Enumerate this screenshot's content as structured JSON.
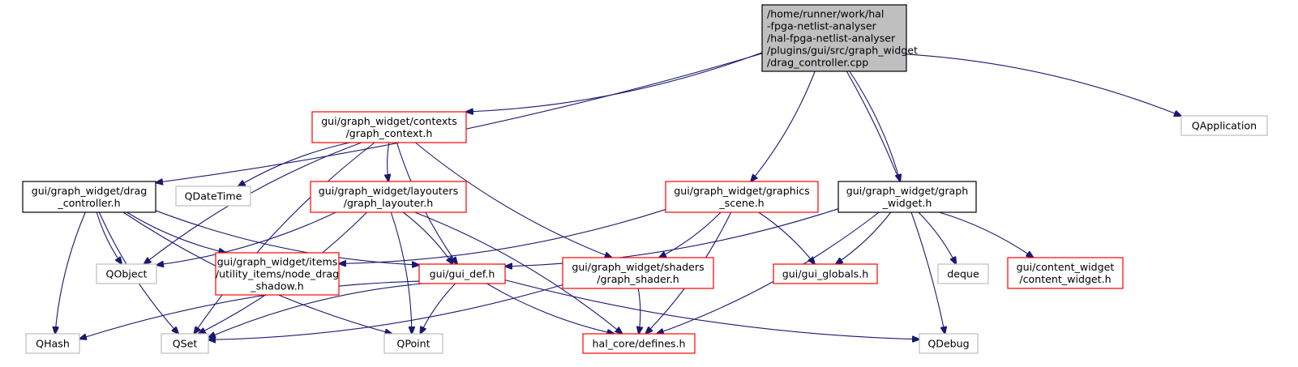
{
  "nodes": [
    {
      "id": "root",
      "lines": [
        "/home/runner/work/hal",
        "-fpga-netlist-analyser",
        "/hal-fpga-netlist-analyser",
        "/plugins/gui/src/graph_widget",
        "/drag_controller.cpp"
      ],
      "style": "root"
    },
    {
      "id": "graph_context",
      "lines": [
        "gui/graph_widget/contexts",
        "/graph_context.h"
      ],
      "style": "red"
    },
    {
      "id": "qapplication",
      "lines": [
        "QApplication"
      ],
      "style": "gray"
    },
    {
      "id": "drag_controller_h",
      "lines": [
        "gui/graph_widget/drag",
        "_controller.h"
      ],
      "style": "black"
    },
    {
      "id": "qdatetime",
      "lines": [
        "QDateTime"
      ],
      "style": "gray"
    },
    {
      "id": "graph_layouter",
      "lines": [
        "gui/graph_widget/layouters",
        "/graph_layouter.h"
      ],
      "style": "red"
    },
    {
      "id": "graphics_scene",
      "lines": [
        "gui/graph_widget/graphics",
        "_scene.h"
      ],
      "style": "red"
    },
    {
      "id": "graph_widget_h",
      "lines": [
        "gui/graph_widget/graph",
        "_widget.h"
      ],
      "style": "black"
    },
    {
      "id": "qobject",
      "lines": [
        "QObject"
      ],
      "style": "gray"
    },
    {
      "id": "node_drag_shadow",
      "lines": [
        "gui/graph_widget/items",
        "/utility_items/node_drag",
        "_shadow.h"
      ],
      "style": "red"
    },
    {
      "id": "gui_def",
      "lines": [
        "gui/gui_def.h"
      ],
      "style": "red"
    },
    {
      "id": "graph_shader",
      "lines": [
        "gui/graph_widget/shaders",
        "/graph_shader.h"
      ],
      "style": "red"
    },
    {
      "id": "gui_globals",
      "lines": [
        "gui/gui_globals.h"
      ],
      "style": "red"
    },
    {
      "id": "deque",
      "lines": [
        "deque"
      ],
      "style": "gray"
    },
    {
      "id": "content_widget",
      "lines": [
        "gui/content_widget",
        "/content_widget.h"
      ],
      "style": "red"
    },
    {
      "id": "qhash",
      "lines": [
        "QHash"
      ],
      "style": "gray"
    },
    {
      "id": "qset",
      "lines": [
        "QSet"
      ],
      "style": "gray"
    },
    {
      "id": "qpoint",
      "lines": [
        "QPoint"
      ],
      "style": "gray"
    },
    {
      "id": "hal_defines",
      "lines": [
        "hal_core/defines.h"
      ],
      "style": "red"
    },
    {
      "id": "qdebug",
      "lines": [
        "QDebug"
      ],
      "style": "gray"
    }
  ],
  "edges": [
    [
      "root",
      "drag_controller_h"
    ],
    [
      "root",
      "graph_context"
    ],
    [
      "root",
      "graphics_scene"
    ],
    [
      "root",
      "graph_widget_h"
    ],
    [
      "root",
      "qdebug"
    ],
    [
      "root",
      "qapplication"
    ],
    [
      "graph_context",
      "qset"
    ],
    [
      "graph_context",
      "qdatetime"
    ],
    [
      "graph_context",
      "qobject"
    ],
    [
      "graph_context",
      "graph_layouter"
    ],
    [
      "graph_context",
      "gui_def"
    ],
    [
      "graph_context",
      "graph_shader"
    ],
    [
      "drag_controller_h",
      "qhash"
    ],
    [
      "drag_controller_h",
      "qset"
    ],
    [
      "drag_controller_h",
      "qpoint"
    ],
    [
      "drag_controller_h",
      "qobject"
    ],
    [
      "drag_controller_h",
      "node_drag_shadow"
    ],
    [
      "drag_controller_h",
      "gui_def"
    ],
    [
      "graph_layouter",
      "qobject"
    ],
    [
      "graph_layouter",
      "qset"
    ],
    [
      "graph_layouter",
      "qpoint"
    ],
    [
      "graph_layouter",
      "gui_def"
    ],
    [
      "graph_layouter",
      "hal_defines"
    ],
    [
      "graphics_scene",
      "node_drag_shadow"
    ],
    [
      "graphics_scene",
      "graph_shader"
    ],
    [
      "graphics_scene",
      "hal_defines"
    ],
    [
      "graphics_scene",
      "gui_globals"
    ],
    [
      "graph_widget_h",
      "gui_def"
    ],
    [
      "graph_widget_h",
      "gui_globals"
    ],
    [
      "graph_widget_h",
      "deque"
    ],
    [
      "graph_widget_h",
      "content_widget"
    ],
    [
      "graph_widget_h",
      "hal_defines"
    ],
    [
      "gui_def",
      "qhash"
    ],
    [
      "gui_def",
      "qset"
    ],
    [
      "gui_def",
      "qpoint"
    ],
    [
      "gui_def",
      "hal_defines"
    ],
    [
      "gui_def",
      "qdebug"
    ],
    [
      "graph_shader",
      "qset"
    ],
    [
      "graph_shader",
      "hal_defines"
    ]
  ],
  "colors": {
    "edge": "#191970",
    "root_fill": "#bfbfbf",
    "root_border": "#000000",
    "red_border": "#ff0000",
    "black_border": "#000000",
    "gray_border": "#bfbfbf",
    "background": "#ffffff"
  }
}
